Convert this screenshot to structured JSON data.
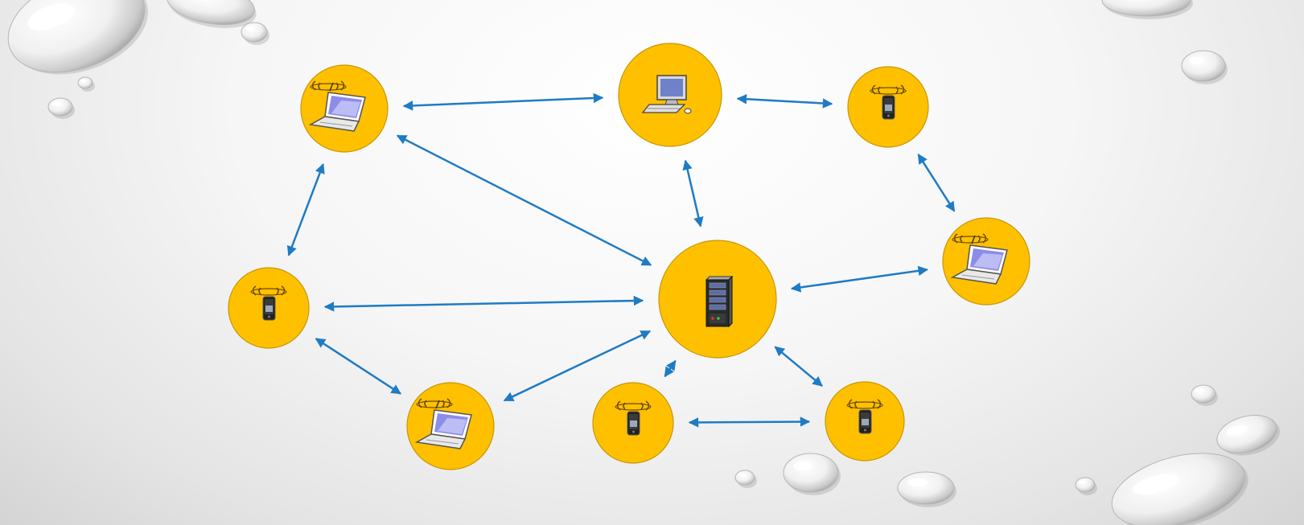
{
  "diagram": {
    "colors": {
      "node_fill": "#FFC000",
      "node_stroke": "#C79700",
      "edge": "#1F7BC4",
      "background_center": "#ffffff",
      "background_edge": "#d4d4d4"
    },
    "nodes": [
      {
        "id": "laptop-top-left",
        "icon": "wireless-laptop-icon"
      },
      {
        "id": "desktop-top",
        "icon": "desktop-computer-icon"
      },
      {
        "id": "phone-top-right",
        "icon": "wireless-phone-icon"
      },
      {
        "id": "phone-left",
        "icon": "wireless-phone-icon"
      },
      {
        "id": "server-center",
        "icon": "server-tower-icon"
      },
      {
        "id": "laptop-right",
        "icon": "wireless-laptop-icon"
      },
      {
        "id": "laptop-bottom-left",
        "icon": "wireless-laptop-icon"
      },
      {
        "id": "phone-bottom-center",
        "icon": "wireless-phone-icon"
      },
      {
        "id": "phone-bottom-right",
        "icon": "wireless-phone-icon"
      }
    ],
    "edges": [
      {
        "from": "laptop-top-left",
        "to": "desktop-top",
        "direction": "bidirectional"
      },
      {
        "from": "desktop-top",
        "to": "phone-top-right",
        "direction": "bidirectional"
      },
      {
        "from": "laptop-top-left",
        "to": "server-center",
        "direction": "bidirectional"
      },
      {
        "from": "laptop-top-left",
        "to": "phone-left",
        "direction": "bidirectional"
      },
      {
        "from": "desktop-top",
        "to": "server-center",
        "direction": "bidirectional"
      },
      {
        "from": "phone-top-right",
        "to": "laptop-right",
        "direction": "bidirectional"
      },
      {
        "from": "phone-left",
        "to": "server-center",
        "direction": "bidirectional"
      },
      {
        "from": "laptop-right",
        "to": "server-center",
        "direction": "bidirectional"
      },
      {
        "from": "phone-left",
        "to": "laptop-bottom-left",
        "direction": "bidirectional"
      },
      {
        "from": "laptop-bottom-left",
        "to": "server-center",
        "direction": "bidirectional"
      },
      {
        "from": "phone-bottom-center",
        "to": "server-center",
        "direction": "bidirectional"
      },
      {
        "from": "server-center",
        "to": "phone-bottom-right",
        "direction": "bidirectional"
      },
      {
        "from": "phone-bottom-center",
        "to": "phone-bottom-right",
        "direction": "bidirectional"
      }
    ]
  }
}
